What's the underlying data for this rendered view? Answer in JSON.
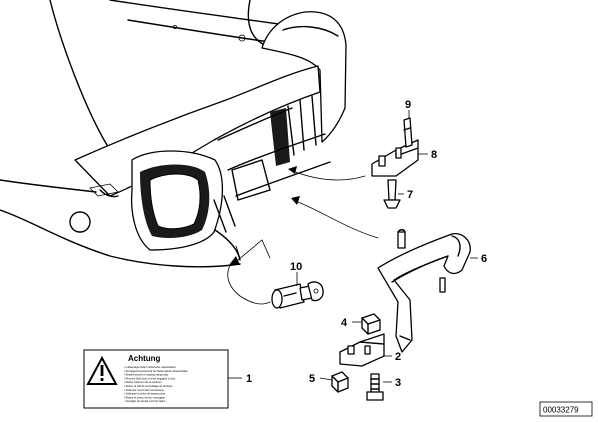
{
  "diagram": {
    "callouts": [
      "1",
      "2",
      "3",
      "4",
      "5",
      "6",
      "7",
      "8",
      "9",
      "10"
    ],
    "warning_label": {
      "title": "Achtung",
      "lines": [
        "• Lokkenlager lieber sicherheits-  dieschließen",
        "• Der Eigentumsvermerk bei  Nebensäulen  überschütten",
        "• Beware puzzle or loading rating body",
        "• Remove flush lock or lever engaged in lock",
        "• Retirer  l'élément  de  ce  tambour",
        "• Retirer  la clef  de  verrouillage de  tambour",
        "• Sollevare  i pezzi  del  meccanismo",
        "• Sollicitare  la clave de  tarjeta  prima",
        "• Retirar  el  pezzo  verrou  maneggiar",
        "• Verwijder  de sleutel  voor  het  rijden"
      ]
    },
    "reference_number": "00033279",
    "colors": {
      "line": "#000000",
      "background": "#ffffff"
    }
  }
}
